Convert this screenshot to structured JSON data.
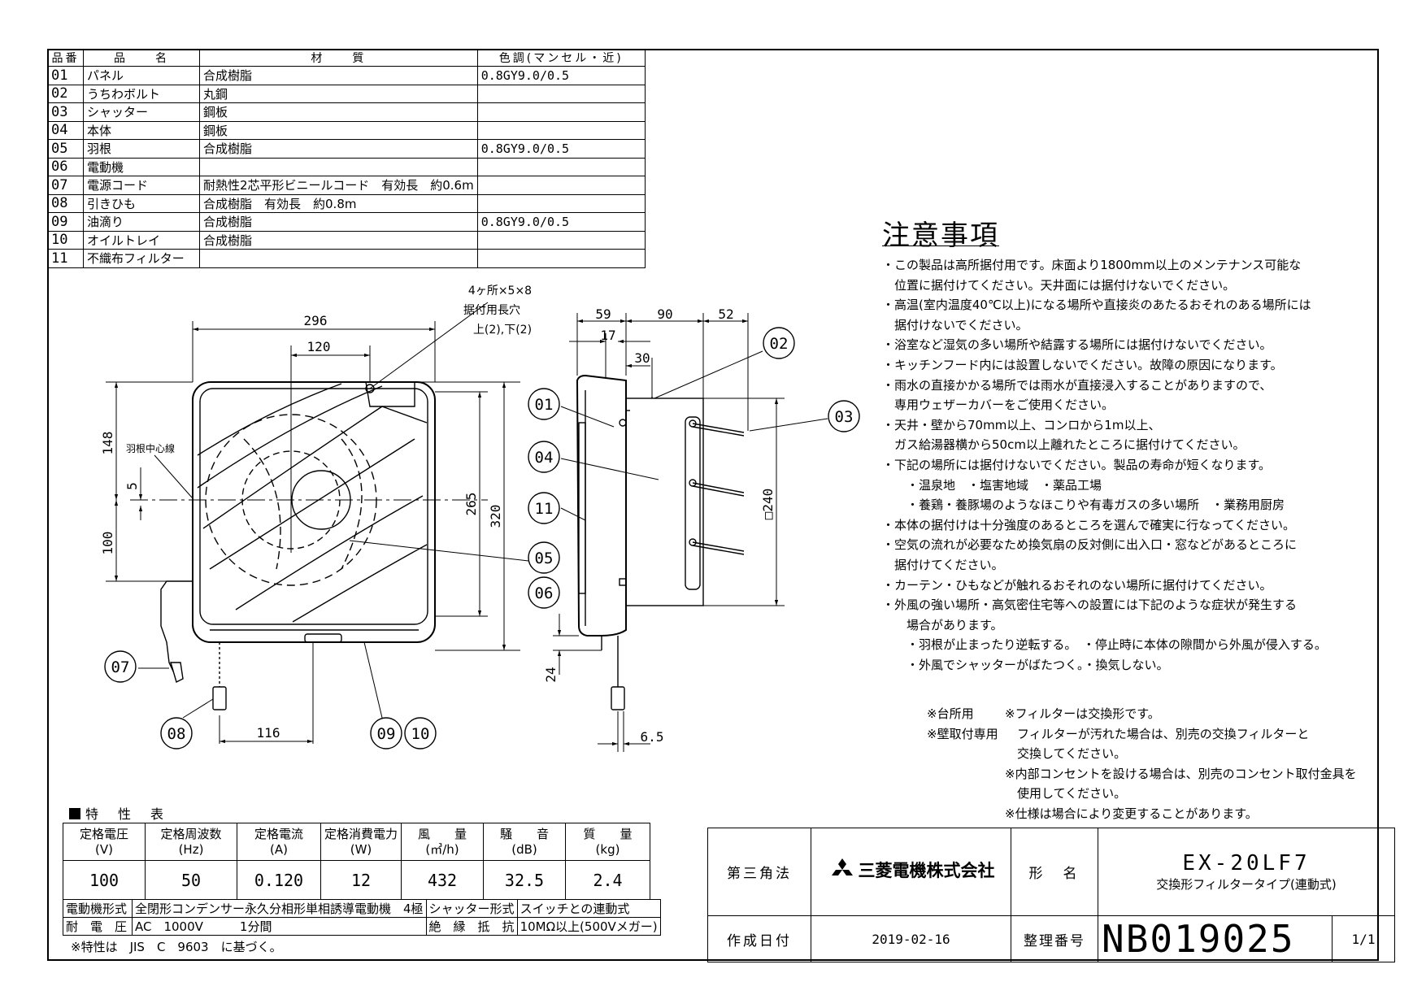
{
  "parts_table": {
    "headers": [
      "品番",
      "品　　名",
      "材　　質",
      "色調(マンセル・近)"
    ],
    "rows": [
      {
        "no": "01",
        "name": "パネル",
        "material": "合成樹脂",
        "color": "0.8GY9.0/0.5"
      },
      {
        "no": "02",
        "name": "うちわボルト",
        "material": "丸鋼",
        "color": ""
      },
      {
        "no": "03",
        "name": "シャッター",
        "material": "鋼板",
        "color": ""
      },
      {
        "no": "04",
        "name": "本体",
        "material": "鋼板",
        "color": ""
      },
      {
        "no": "05",
        "name": "羽根",
        "material": "合成樹脂",
        "color": "0.8GY9.0/0.5"
      },
      {
        "no": "06",
        "name": "電動機",
        "material": "",
        "color": ""
      },
      {
        "no": "07",
        "name": "電源コード",
        "material": "耐熱性2芯平形ビニールコード　有効長　約0.6m",
        "color": ""
      },
      {
        "no": "08",
        "name": "引きひも",
        "material": "合成樹脂　有効長　約0.8m",
        "color": ""
      },
      {
        "no": "09",
        "name": "油滴り",
        "material": "合成樹脂",
        "color": "0.8GY9.0/0.5"
      },
      {
        "no": "10",
        "name": "オイルトレイ",
        "material": "合成樹脂",
        "color": ""
      },
      {
        "no": "11",
        "name": "不織布フィルター",
        "material": "",
        "color": ""
      }
    ]
  },
  "drawing": {
    "dims": {
      "w296": "296",
      "w120": "120",
      "h148": "148",
      "h5": "5",
      "h100": "100",
      "h265": "265",
      "h320": "320",
      "w116": "116",
      "d59": "59",
      "d90": "90",
      "d52": "52",
      "d17": "17",
      "d30": "30",
      "d24": "24",
      "d6_5": "6.5",
      "d240": "□240"
    },
    "mount_note": [
      "4ヶ所×5×8",
      "据付用長穴",
      "上(2),下(2)"
    ],
    "center_label": "羽根中心線",
    "balloons": [
      "01",
      "02",
      "03",
      "04",
      "05",
      "06",
      "07",
      "08",
      "09",
      "10",
      "11"
    ]
  },
  "notes": {
    "title": "注意事項",
    "lines": [
      "・この製品は高所据付用です。床面より1800mm以上のメンテナンス可能な",
      "　位置に据付けてください。天井面には据付けないでください。",
      "・高温(室内温度40℃以上)になる場所や直接炎のあたるおそれのある場所には",
      "　据付けないでください。",
      "・浴室など湿気の多い場所や結露する場所には据付けないでください。",
      "・キッチンフード内には設置しないでください。故障の原因になります。",
      "・雨水の直接かかる場所では雨水が直接浸入することがありますので、",
      "　専用ウェザーカバーをご使用ください。",
      "・天井・壁から70mm以上、コンロから1m以上、",
      "　ガス給湯器横から50cm以上離れたところに据付けてください。",
      "・下記の場所には据付けないでください。製品の寿命が短くなります。",
      "　　・温泉地　・塩害地域　・薬品工場",
      "　　・養鶏・養豚場のようなほこりや有毒ガスの多い場所　・業務用厨房",
      "・本体の据付けは十分強度のあるところを選んで確実に行なってください。",
      "・空気の流れが必要なため換気扇の反対側に出入口・窓などがあるところに",
      "　据付けてください。",
      "・カーテン・ひもなどが触れるおそれのない場所に据付けてください。",
      "・外風の強い場所・高気密住宅等への設置には下記のような症状が発生する",
      "　　場合があります。",
      "　　・羽根が止まったり逆転する。　・停止時に本体の隙間から外風が侵入する。",
      "　　・外風でシャッターがばたつく。・換気しない。"
    ]
  },
  "footnotes": [
    {
      "label": "※台所用",
      "text": "※フィルターは交換形です。"
    },
    {
      "label": "※壁取付専用",
      "text": "　フィルターが汚れた場合は、別売の交換フィルターと"
    },
    {
      "label": "",
      "text": "　交換してください。"
    },
    {
      "label": "",
      "text": "※内部コンセントを設ける場合は、別売のコンセント取付金具を"
    },
    {
      "label": "",
      "text": "　使用してください。"
    },
    {
      "label": "",
      "text": "※仕様は場合により変更することがあります。"
    }
  ],
  "spec": {
    "title": "特　性　表",
    "headers": [
      {
        "top": "定格電圧",
        "bottom": "(V)"
      },
      {
        "top": "定格周波数",
        "bottom": "(Hz)"
      },
      {
        "top": "定格電流",
        "bottom": "(A)"
      },
      {
        "top": "定格消費電力",
        "bottom": "(W)"
      },
      {
        "top": "風　　量",
        "bottom": "(㎥/h)"
      },
      {
        "top": "騒　　音",
        "bottom": "(dB)"
      },
      {
        "top": "質　　量",
        "bottom": "(kg)"
      }
    ],
    "values": [
      "100",
      "50",
      "0.120",
      "12",
      "432",
      "32.5",
      "2.4"
    ],
    "motor_label": "電動機形式",
    "motor_value": "全閉形コンデンサー永久分相形単相誘導電動機　4極",
    "shutter_label": "シャッター形式",
    "shutter_value": "スイッチとの連動式",
    "withstand_label": "耐　電　圧",
    "withstand_value": "AC　1000V　　　1分間",
    "insulation_label": "絶　縁　抵　抗",
    "insulation_value": "10MΩ以上(500Vメガー)",
    "note": "※特性は　JIS　C　9603　に基づく。"
  },
  "title_block": {
    "projection": "第三角法",
    "maker": "三菱電機株式会社",
    "model_label": "形　名",
    "model": "EX-20LF7",
    "model_desc": "交換形フィルタータイプ(連動式)",
    "date_label": "作成日付",
    "date": "2019-02-16",
    "docno_label": "整理番号",
    "docno": "NB019025",
    "sheet": "1/1"
  }
}
